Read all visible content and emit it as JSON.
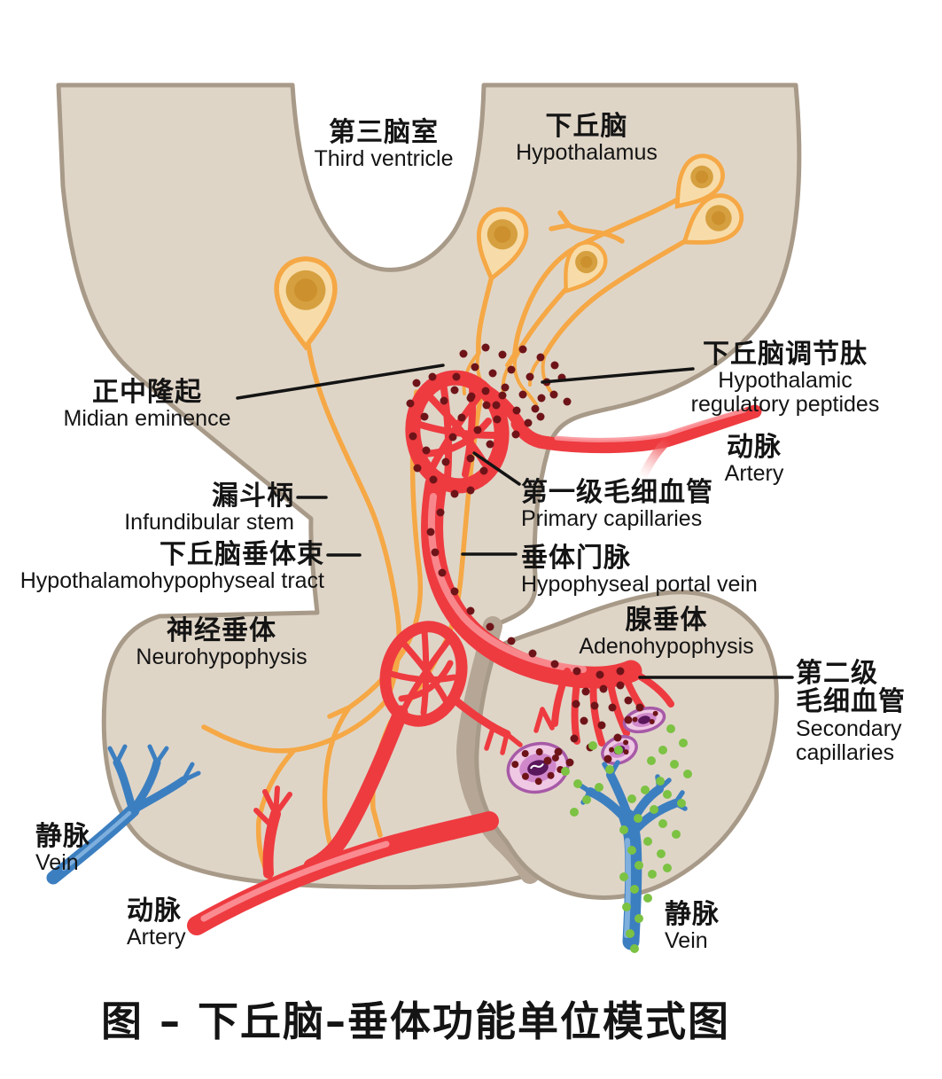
{
  "figure": {
    "caption": "图 – 下丘脑–垂体功能单位模式图"
  },
  "labels": {
    "third_ventricle": {
      "zh": "第三脑室",
      "en": "Third ventricle"
    },
    "hypothalamus": {
      "zh": "下丘脑",
      "en": "Hypothalamus"
    },
    "regulatory_peptides": {
      "zh": "下丘脑调节肽",
      "en1": "Hypothalamic",
      "en2": "regulatory peptides"
    },
    "median_eminence": {
      "zh": "正中隆起",
      "en": "Midian eminence"
    },
    "artery_right": {
      "zh": "动脉",
      "en": "Artery"
    },
    "infundibular_stem": {
      "zh": "漏斗柄",
      "en": "Infundibular stem"
    },
    "hypophyseal_tract": {
      "zh": "下丘脑垂体束",
      "en": "Hypothalamohypophyseal tract"
    },
    "primary_capillaries": {
      "zh": "第一级毛细血管",
      "en": "Primary capillaries"
    },
    "portal_vein": {
      "zh": "垂体门脉",
      "en": "Hypophyseal portal vein"
    },
    "neurohypophysis": {
      "zh": "神经垂体",
      "en": "Neurohypophysis"
    },
    "adenohypophysis": {
      "zh": "腺垂体",
      "en": "Adenohypophysis"
    },
    "secondary_capillaries": {
      "zh1": "第二级",
      "zh2": "毛细血管",
      "en1": "Secondary",
      "en2": "capillaries"
    },
    "vein_left": {
      "zh": "静脉",
      "en": "Vein"
    },
    "artery_bottom": {
      "zh": "动脉",
      "en": "Artery"
    },
    "vein_right": {
      "zh": "静脉",
      "en": "Vein"
    }
  },
  "colors": {
    "tissue": "#DFD5C7",
    "tissue_outline": "#A89A88",
    "cleft": "#B5A695",
    "neuron": "#F5A845",
    "neuron_fill": "#F7DCA9",
    "nucleus": "#D0952E",
    "vessel_red": "#EE3B40",
    "vessel_red_light": "#F9959A",
    "peptide_dot": "#6E1419",
    "hormone_dot": "#7CC243",
    "vein_blue": "#3C7FC0",
    "vein_blue_light": "#8FBCE4",
    "cell_outline": "#A75AA7",
    "cell_fill": "#EFC8E4",
    "cell_inner": "#C878C4",
    "cell_nucleus": "#5A175C",
    "label_text": "#141414",
    "background": "#FFFFFF"
  }
}
